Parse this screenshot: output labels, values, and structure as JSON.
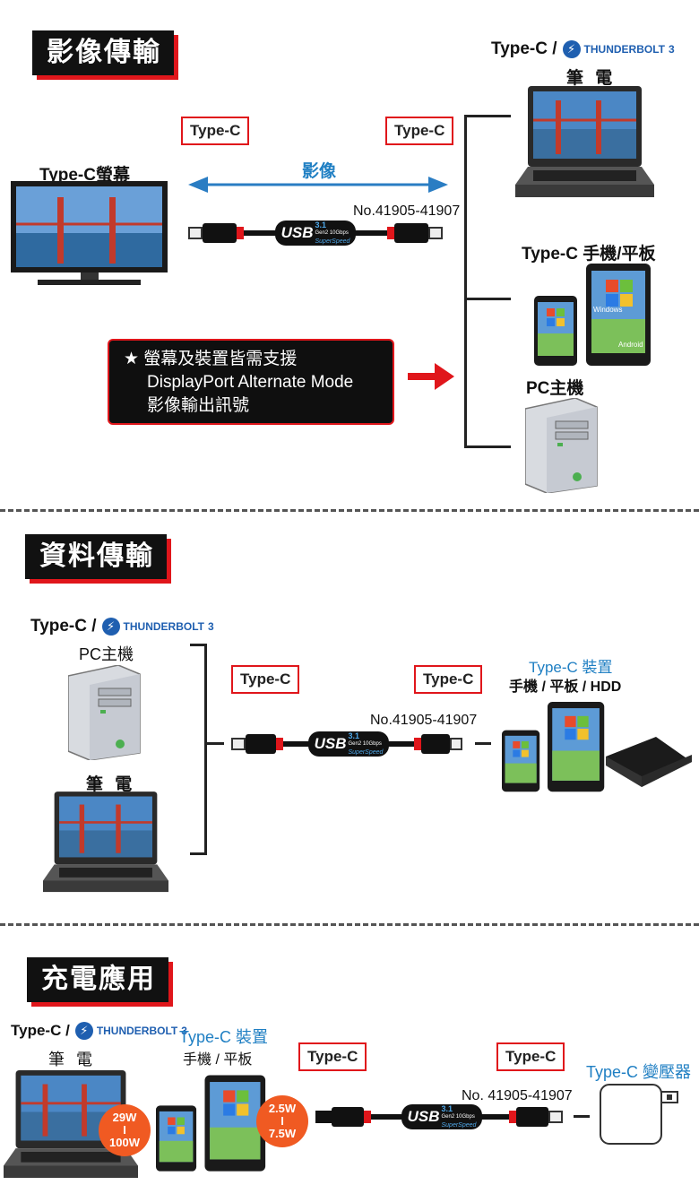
{
  "sections": {
    "video": {
      "title": "影像傳輸",
      "tag_left": "Type-C",
      "tag_right": "Type-C",
      "monitor_label": "Type-C螢幕",
      "arrow_label": "影像",
      "model": "No.41905-41907",
      "laptop_label": "Type-C /",
      "laptop_sub": "筆  電",
      "phone_label": "Type-C 手機/平板",
      "pc_label": "PC主機",
      "note_lines": [
        "★ 螢幕及裝置皆需支援",
        "DisplayPort Alternate Mode",
        "影像輸出訊號"
      ]
    },
    "data": {
      "title": "資料傳輸",
      "left_label": "Type-C /",
      "pc_label": "PC主機",
      "laptop_label": "筆  電",
      "tag_left": "Type-C",
      "tag_right": "Type-C",
      "model": "No.41905-41907",
      "device_label": "Type-C 裝置",
      "device_sub": "手機 / 平板 / HDD"
    },
    "charge": {
      "title": "充電應用",
      "left_label": "Type-C /",
      "laptop_label": "筆  電",
      "device_label": "Type-C 裝置",
      "device_sub": "手機 / 平板",
      "watt_laptop_top": "29W",
      "watt_laptop_mid": "I",
      "watt_laptop_bot": "100W",
      "watt_device_top": "2.5W",
      "watt_device_mid": "I",
      "watt_device_bot": "7.5W",
      "tag_left": "Type-C",
      "tag_right": "Type-C",
      "model": "No. 41905-41907",
      "adapter_label": "Type-C 變壓器"
    }
  },
  "thunderbolt": {
    "text": "THUNDERBOLT",
    "num": "3"
  },
  "usb_logo": {
    "usb": "USB",
    "ver": "3.1",
    "gen": "Gen2 10Gbps",
    "speed": "SuperSpeed"
  },
  "os": {
    "windows": "Windows",
    "android": "Android"
  },
  "colors": {
    "accent_red": "#e0161b",
    "blue": "#1f7fc3",
    "orange": "#f05a22"
  }
}
